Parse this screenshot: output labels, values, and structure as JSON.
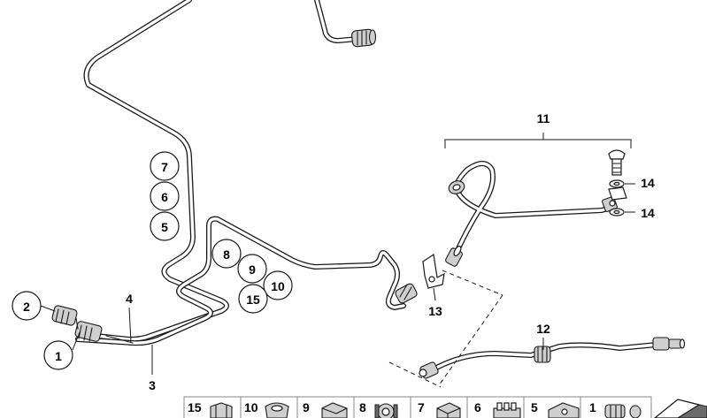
{
  "diagram": {
    "callouts": {
      "c1": "1",
      "c2": "2",
      "c5": "5",
      "c6": "6",
      "c7": "7",
      "c8": "8",
      "c9": "9",
      "c10": "10",
      "c15": "15"
    },
    "labels": {
      "l3": "3",
      "l4": "4",
      "l11": "11",
      "l12": "12",
      "l13": "13",
      "l14a": "14",
      "l14b": "14"
    }
  },
  "thumbnails": [
    "15",
    "10",
    "9",
    "8",
    "7",
    "6",
    "5",
    "1"
  ],
  "colors": {
    "line": "#1a1a1a",
    "part_fill": "#cfcfcf",
    "background": "#ffffff"
  }
}
